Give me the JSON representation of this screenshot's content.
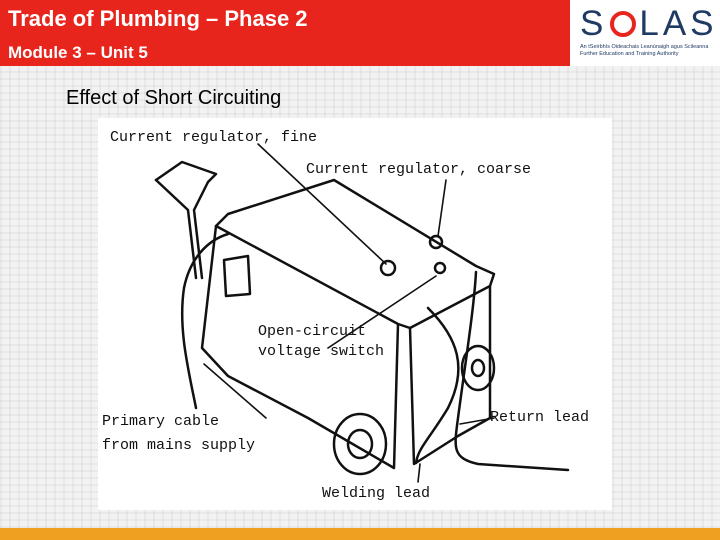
{
  "header": {
    "title": "Trade of Plumbing – Phase 2",
    "subtitle": "Module 3 – Unit 5"
  },
  "logo": {
    "word": "SOLAS",
    "tagline": "An tSeirbhís Oideachais Leanúnaigh agus Scileanna Further Education and Training Authority"
  },
  "slide": {
    "title": "Effect of Short Circuiting"
  },
  "figure": {
    "labels": {
      "current_regulator_fine": "Current regulator, fine",
      "current_regulator_coarse": "Current regulator, coarse",
      "open_circuit_line1": "Open-circuit",
      "open_circuit_line2": "voltage switch",
      "primary_cable_line1": "Primary cable",
      "primary_cable_line2": "from mains supply",
      "return_lead": "Return lead",
      "welding_lead": "Welding lead"
    }
  },
  "colors": {
    "header_red": "#e8251c",
    "footer_orange": "#f0a020",
    "logo_navy": "#1f3a63"
  }
}
